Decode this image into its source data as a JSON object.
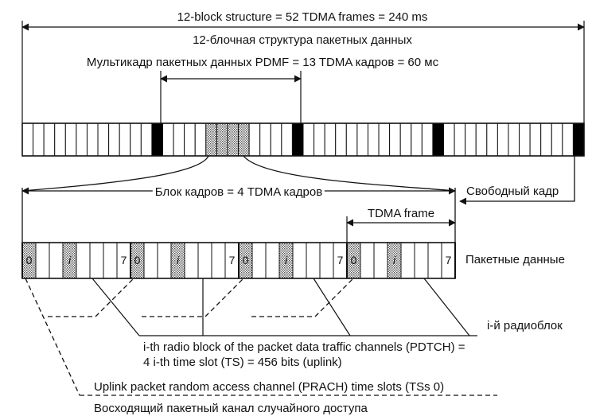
{
  "labels": {
    "structure_en": "12-block structure = 52 TDMA frames = 240 ms",
    "structure_ru": "12-блочная структура пакетных данных",
    "multiframe_ru": "Мультикадр пакетных данных PDMF = 13 TDMA кадров = 60 мс",
    "block_ru": "Блок кадров = 4 TDMA кадров",
    "idle_frame_ru": "Свободный кадр",
    "tdma_frame": "TDMA frame",
    "packet_data_ru": "Пакетные данные",
    "radio_block_ru": "i-й радиоблок",
    "pdtch_line1": "i-th radio block of the packet data traffic channels (PDTCH) =",
    "pdtch_line2": "4 i-th time slot (TS) = 456 bits (uplink)",
    "prach_en": "Uplink packet random access channel (PRACH) time slots (TSs 0)",
    "prach_ru": "Восходящий пакетный канал случайного доступа"
  },
  "slot_labels": {
    "first": "0",
    "ith": "i",
    "last": "7"
  },
  "frames": {
    "total": 52,
    "idle_positions": [
      12,
      25,
      38,
      51
    ],
    "highlighted_positions": [
      17,
      18,
      19,
      20
    ]
  },
  "block": {
    "frames": 4,
    "slots_per_frame": 8,
    "ith_slot": 3
  },
  "colors": {
    "line": "#111111",
    "idle": "#000000",
    "hatch": "#8a8a8a"
  }
}
